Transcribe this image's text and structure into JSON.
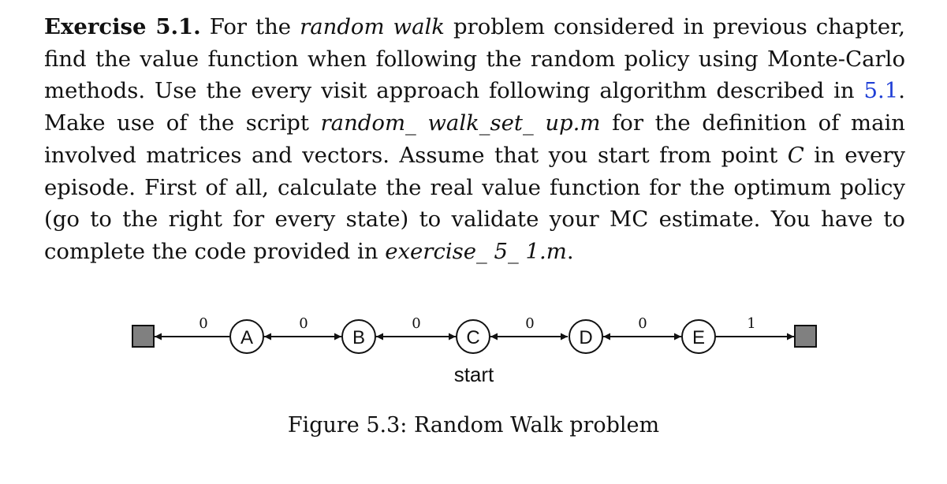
{
  "exercise": {
    "heading": "Exercise 5.1.",
    "t1": " For the ",
    "i1": "random walk",
    "t2": " problem considered in previous chapter, find the value function when following the random policy using Monte-Carlo methods. Use the every visit approach following algorithm described in ",
    "ref": "5.1",
    "t3": ". Make use of the script ",
    "i2": "random_ walk_set_ up.m",
    "t4": " for the definition of main involved matrices and vectors. Assume that you start from point ",
    "i3": "C",
    "t5": " in every episode. First of all, calculate the real value function for the optimum policy (go to the right for every state) to validate your MC estimate. You have to complete the code provided in ",
    "i4": "exercise_ 5_ 1.m",
    "t6": "."
  },
  "figure": {
    "nodes": [
      "A",
      "B",
      "C",
      "D",
      "E"
    ],
    "rewards": [
      "0",
      "0",
      "0",
      "0",
      "0",
      "1"
    ],
    "start_label": "start",
    "caption": "Figure 5.3: Random Walk problem"
  }
}
